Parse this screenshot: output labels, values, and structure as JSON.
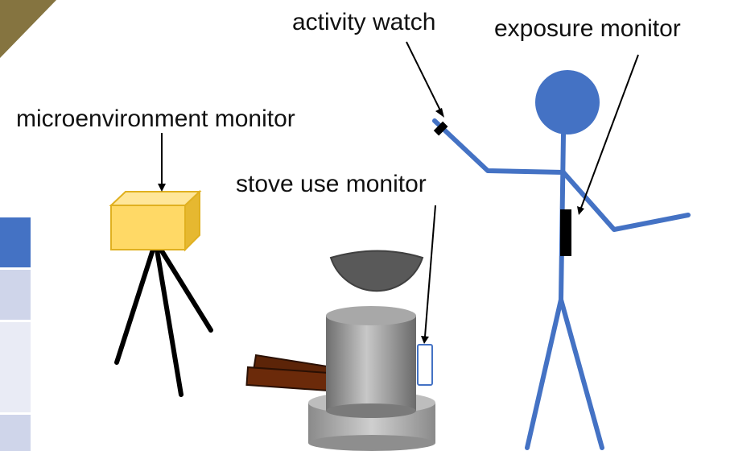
{
  "labels": {
    "activity_watch": "activity watch",
    "exposure_monitor": "exposure monitor",
    "microenvironment_monitor": "microenvironment monitor",
    "stove_use_monitor": "stove use monitor"
  },
  "colors": {
    "person": "#4472c4",
    "corner_triangle": "#857440",
    "table_header": "#4472c4",
    "table_row_dark": "#cfd5ea",
    "table_row_light": "#e9ebf5",
    "box_face": "#ffd966",
    "box_side": "#e6b830",
    "tripod": "#000000",
    "pot": "#595959",
    "logs": "#5c2408",
    "stove_body": "#8c8c8c",
    "stove_base": "#a6a6a6"
  }
}
